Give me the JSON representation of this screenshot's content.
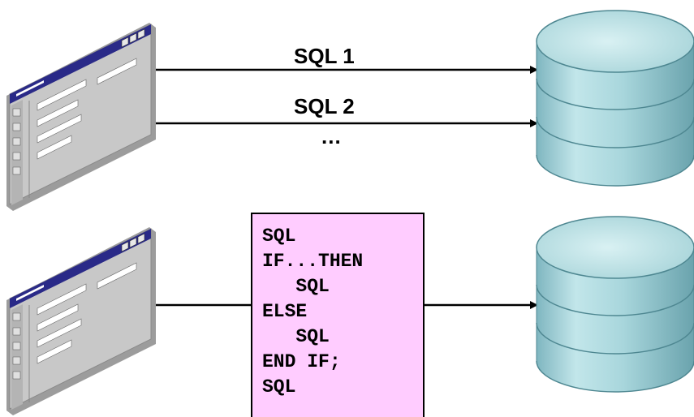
{
  "top": {
    "sql_1": "SQL 1",
    "sql_2": "SQL 2",
    "ellipsis": "..."
  },
  "bottom": {
    "code_lines": [
      "SQL",
      "IF...THEN",
      "   SQL",
      "ELSE",
      "   SQL",
      "END IF;",
      "SQL"
    ]
  },
  "colors": {
    "code_block_background": "#ffccff",
    "database": "#a8d6dc",
    "arrow": "#000000"
  },
  "icons": {
    "client": "application-window-icon",
    "server": "database-cylinder-icon"
  }
}
